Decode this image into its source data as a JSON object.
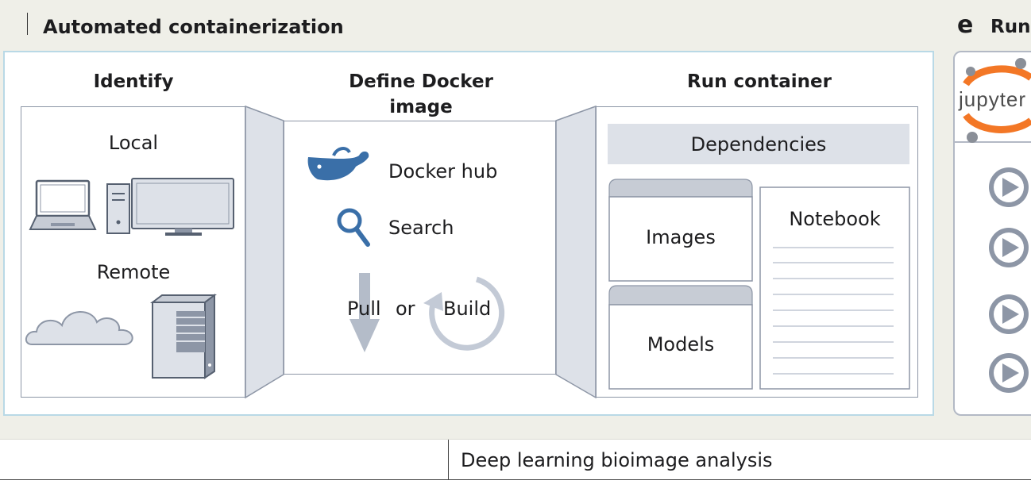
{
  "section_title": "Automated containerization",
  "next_panel": {
    "letter": "e",
    "title_fragment": "Run",
    "logo_text": "jupyter"
  },
  "identify": {
    "heading": "Identify",
    "local_label": "Local",
    "remote_label": "Remote"
  },
  "define": {
    "heading_line1": "Define Docker",
    "heading_line2": "image",
    "docker_hub_label": "Docker hub",
    "search_label": "Search",
    "pull_label": "Pull",
    "or_label": "or",
    "build_label": "Build"
  },
  "run_container": {
    "heading": "Run container",
    "dependencies_label": "Dependencies",
    "images_label": "Images",
    "models_label": "Models",
    "notebook_label": "Notebook"
  },
  "footer": {
    "caption": "Deep learning bioimage analysis"
  },
  "colors": {
    "background_band": "#efefe8",
    "frame_border": "#b9d9e6",
    "icon_blue": "#3a6fa8",
    "icon_gray": "#8d96a6",
    "light_gray": "#dde1e8",
    "jupyter_orange": "#f37726"
  }
}
